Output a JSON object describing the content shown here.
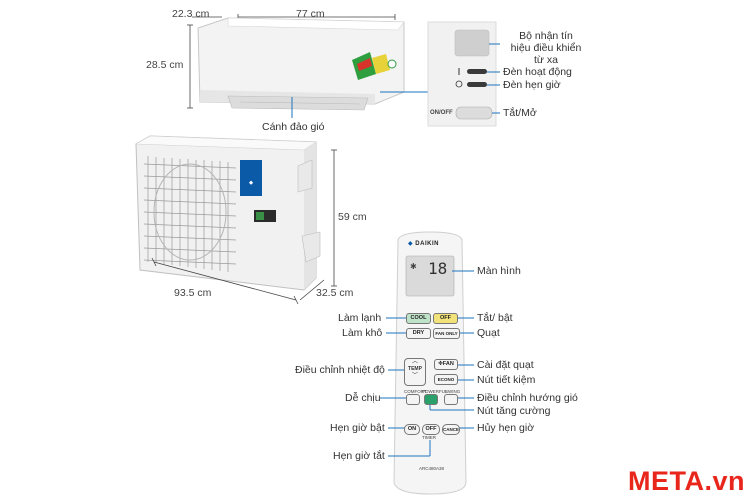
{
  "dimensions": {
    "indoor_depth": "22.3 cm",
    "indoor_width": "77 cm",
    "indoor_height": "28.5 cm",
    "outdoor_height": "59 cm",
    "outdoor_width": "93.5 cm",
    "outdoor_depth": "32.5 cm"
  },
  "indoor_unit": {
    "label_louver": "Cánh đảo gió"
  },
  "panel": {
    "sensor": "Bộ nhận tín hiệu điều khiển từ xa",
    "sensor_line1": "Bộ nhận tín",
    "sensor_line2": "hiệu điều khiển",
    "sensor_line3": "từ xa",
    "operation_lamp": "Đèn hoạt động",
    "timer_lamp": "Đèn hẹn giờ",
    "onoff_text": "ON/OFF",
    "onoff_label": "Tắt/Mở"
  },
  "remote": {
    "brand": "DAIKIN",
    "display_value": "18",
    "buttons": {
      "cool": "COOL",
      "off": "OFF",
      "dry": "DRY",
      "fan_only": "FAN ONLY",
      "temp": "TEMP",
      "fan": "FAN",
      "econo": "ECONO",
      "comfort": "COMFORT",
      "powerful": "POWERFUL",
      "swing": "SWING",
      "on": "ON",
      "timer_off": "OFF",
      "timer": "TIMER",
      "cancel": "CANCEL"
    },
    "model": "ARC480A38"
  },
  "labels": {
    "screen": "Màn hình",
    "cooling": "Làm lạnh",
    "toggle": "Tắt/ bật",
    "drying": "Làm khô",
    "fan": "Quạt",
    "temp_adjust": "Điều chỉnh nhiệt độ",
    "fan_setting": "Cài đặt quạt",
    "econo": "Nút tiết kiệm",
    "comfort": "Dễ chịu",
    "swing": "Điều chỉnh hướng gió",
    "powerful": "Nút tăng cường",
    "timer_on": "Hẹn giờ bật",
    "timer_cancel": "Hủy hẹn giờ",
    "timer_off": "Hẹn giờ tắt"
  },
  "watermark": "META.vn",
  "colors": {
    "leader_line": "#1e73be",
    "cool_button": "#bfe3c8",
    "off_button": "#f2e27a",
    "watermark": "#e8261c"
  }
}
